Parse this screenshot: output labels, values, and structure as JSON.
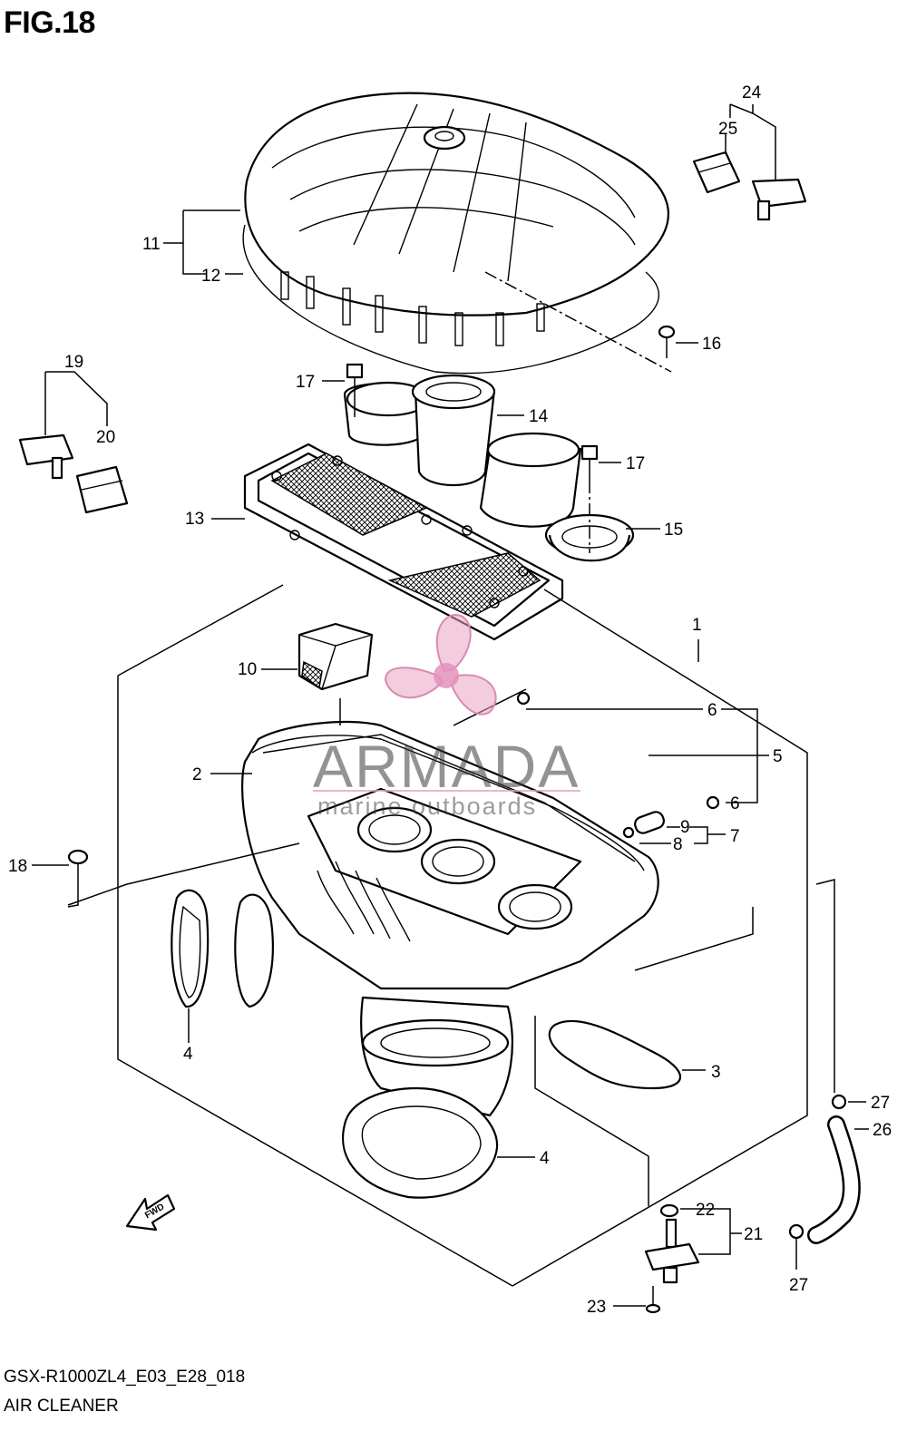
{
  "figure_title": "FIG.18",
  "drawing_code": "GSX-R1000ZL4_E03_E28_018",
  "caption": "AIR CLEANER",
  "watermark": {
    "brand": "ARMADA",
    "tagline": "marine outboards",
    "accent_color": "#e9a3c3"
  },
  "fwd_label": "FWD",
  "callouts": [
    "1",
    "2",
    "3",
    "4",
    "4",
    "5",
    "6",
    "6",
    "7",
    "8",
    "9",
    "10",
    "11",
    "12",
    "13",
    "14",
    "15",
    "16",
    "17",
    "17",
    "18",
    "19",
    "20",
    "21",
    "22",
    "23",
    "24",
    "25",
    "26",
    "27",
    "27"
  ]
}
